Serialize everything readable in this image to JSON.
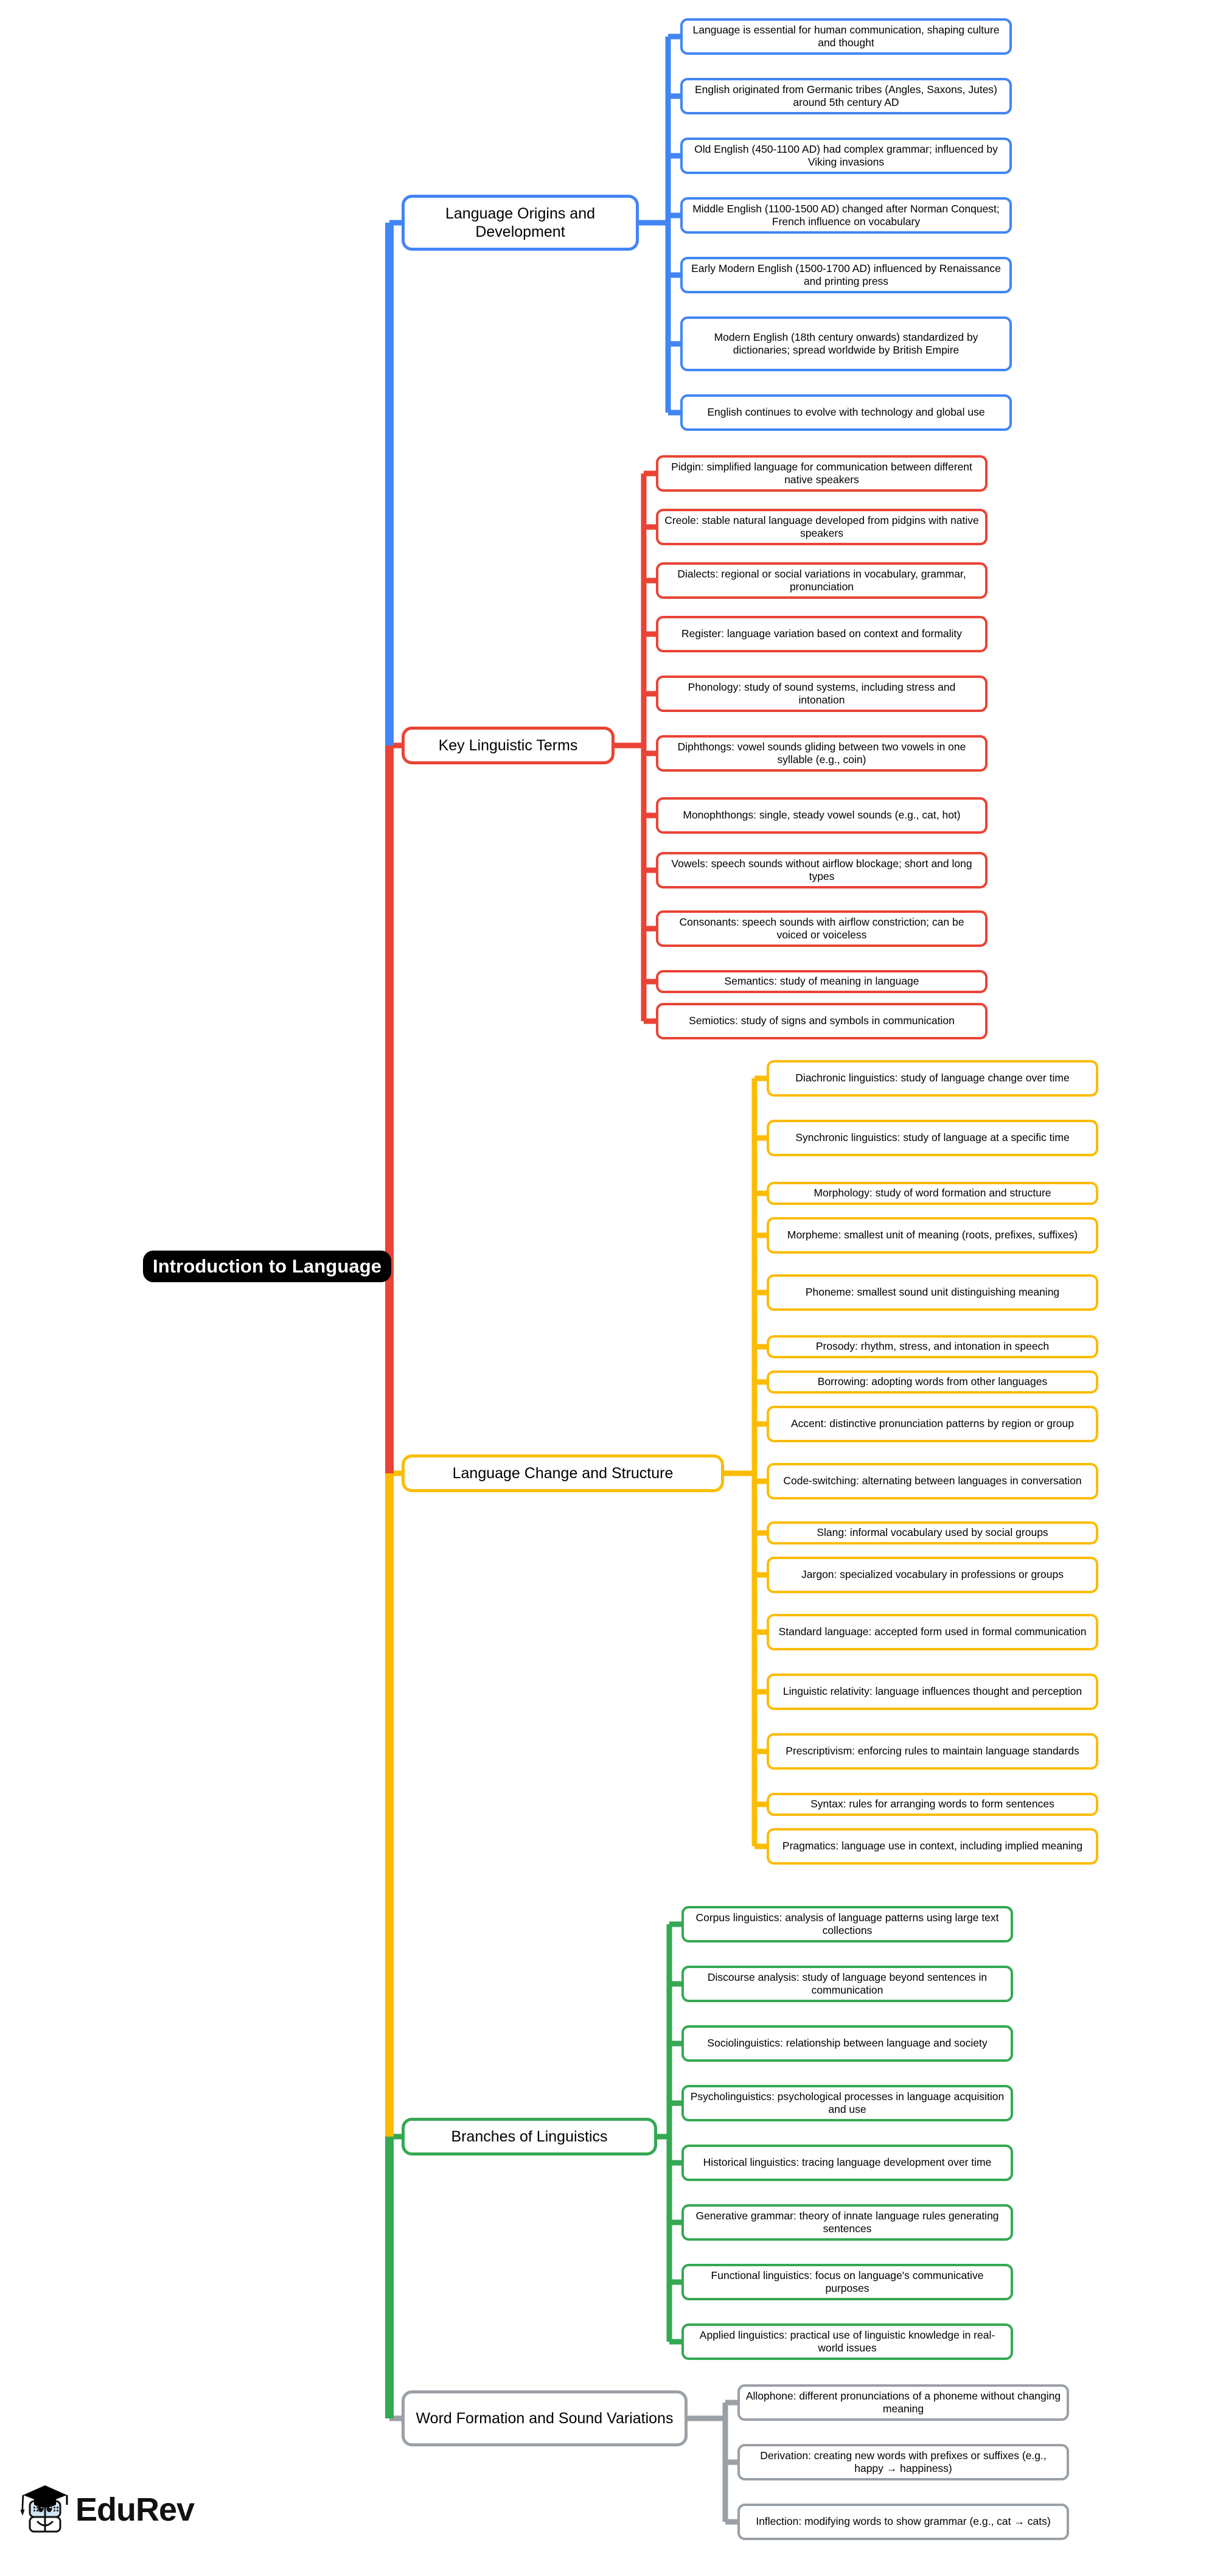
{
  "diagram": {
    "type": "mind-map",
    "root": {
      "label": "Introduction to Language"
    },
    "colors": {
      "blue": "#4285F4",
      "red": "#EA4335",
      "yellow": "#FBBC05",
      "green": "#34A853",
      "gray": "#9AA0A6",
      "root_bg": "#000000",
      "root_text": "#FFFFFF",
      "node_bg": "#FFFFFF",
      "node_text": "#000000"
    },
    "branches": [
      {
        "id": "origins",
        "color": "blue",
        "label": "Language Origins and Development",
        "leaves": [
          "Language is essential for human communication, shaping culture and thought",
          "English originated from Germanic tribes (Angles, Saxons, Jutes) around 5th century AD",
          "Old English (450-1100 AD) had complex grammar; influenced by Viking invasions",
          "Middle English (1100-1500 AD) changed after Norman Conquest; French influence on vocabulary",
          "Early Modern English (1500-1700 AD) influenced by Renaissance and printing press",
          "Modern English (18th century onwards) standardized by dictionaries; spread worldwide by British Empire",
          "English continues to evolve with technology and global use"
        ]
      },
      {
        "id": "terms",
        "color": "red",
        "label": "Key Linguistic Terms",
        "leaves": [
          "Pidgin: simplified language for communication between different native speakers",
          "Creole: stable natural language developed from pidgins with native speakers",
          "Dialects: regional or social variations in vocabulary, grammar, pronunciation",
          "Register: language variation based on context and formality",
          "Phonology: study of sound systems, including stress and intonation",
          "Diphthongs: vowel sounds gliding between two vowels in one syllable (e.g., coin)",
          "Monophthongs: single, steady vowel sounds (e.g., cat, hot)",
          "Vowels: speech sounds without airflow blockage; short and long types",
          "Consonants: speech sounds with airflow constriction; can be voiced or voiceless",
          "Semantics: study of meaning in language",
          "Semiotics: study of signs and symbols in communication"
        ]
      },
      {
        "id": "change",
        "color": "yellow",
        "label": "Language Change and Structure",
        "leaves": [
          "Diachronic linguistics: study of language change over time",
          "Synchronic linguistics: study of language at a specific time",
          "Morphology: study of word formation and structure",
          "Morpheme: smallest unit of meaning (roots, prefixes, suffixes)",
          "Phoneme: smallest sound unit distinguishing meaning",
          "Prosody: rhythm, stress, and intonation in speech",
          "Borrowing: adopting words from other languages",
          "Accent: distinctive pronunciation patterns by region or group",
          "Code-switching: alternating between languages in conversation",
          "Slang: informal vocabulary used by social groups",
          "Jargon: specialized vocabulary in professions or groups",
          "Standard language: accepted form used in formal communication",
          "Linguistic relativity: language influences thought and perception",
          "Prescriptivism: enforcing rules to maintain language standards",
          "Syntax: rules for arranging words to form sentences",
          "Pragmatics: language use in context, including implied meaning"
        ]
      },
      {
        "id": "branches",
        "color": "green",
        "label": "Branches of Linguistics",
        "leaves": [
          "Corpus linguistics: analysis of language patterns using large text collections",
          "Discourse analysis: study of language beyond sentences in communication",
          "Sociolinguistics: relationship between language and society",
          "Psycholinguistics: psychological processes in language acquisition and use",
          "Historical linguistics: tracing language development over time",
          "Generative grammar: theory of innate language rules generating sentences",
          "Functional linguistics: focus on language's communicative purposes",
          "Applied linguistics: practical use of linguistic knowledge in real-world issues"
        ]
      },
      {
        "id": "wordform",
        "color": "gray",
        "label": "Word Formation and Sound Variations",
        "leaves": [
          "Allophone: different pronunciations of a phoneme without changing meaning",
          "Derivation: creating new words with prefixes or suffixes (e.g., happy → happiness)",
          "Inflection: modifying words to show grammar (e.g., cat → cats)"
        ]
      }
    ]
  },
  "branding": {
    "name": "EduRev",
    "logo_icon": "graduation-cap-book-mascot"
  }
}
